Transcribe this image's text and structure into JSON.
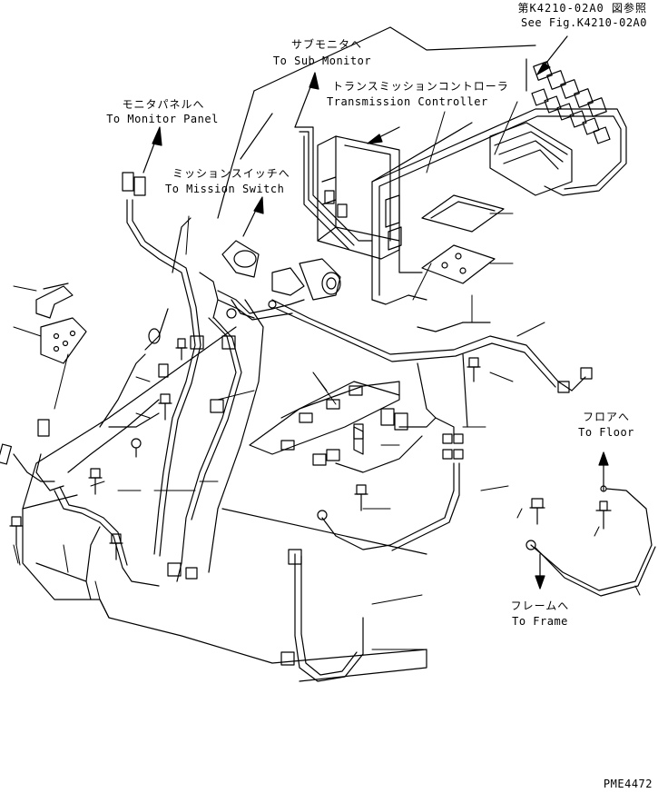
{
  "reference": {
    "jp": "第K4210-02A0 図参照",
    "en": "See Fig.K4210-02A0"
  },
  "labels": {
    "sub_monitor": {
      "jp": "サブモニタへ",
      "en": "To Sub Monitor"
    },
    "transmission_controller": {
      "jp": "トランスミッションコントローラ",
      "en": "Transmission Controller"
    },
    "monitor_panel": {
      "jp": "モニタパネルへ",
      "en": "To Monitor Panel"
    },
    "mission_switch": {
      "jp": "ミッションスイッチへ",
      "en": "To Mission Switch"
    },
    "floor": {
      "jp": "フロアへ",
      "en": "To Floor"
    },
    "frame": {
      "jp": "フレームへ",
      "en": "To Frame"
    }
  },
  "figure_code": "PME4472",
  "colors": {
    "ink": "#000000",
    "paper": "#ffffff"
  }
}
